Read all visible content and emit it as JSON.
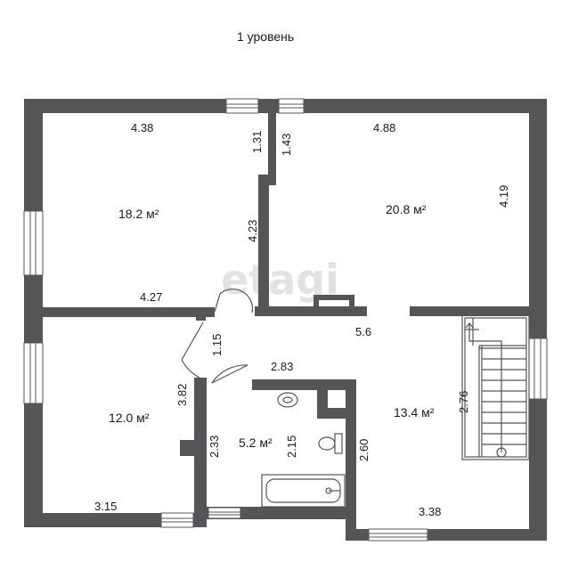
{
  "title": "1 уровень",
  "watermark": "etagi",
  "rooms": [
    {
      "id": "room-top-left",
      "area": "18.2 м²"
    },
    {
      "id": "room-top-right",
      "area": "20.8 м²"
    },
    {
      "id": "room-bottom-left",
      "area": "12.0 м²"
    },
    {
      "id": "bathroom",
      "area": "5.2 м²"
    },
    {
      "id": "hall",
      "area": "13.4 м²"
    }
  ],
  "dimensions": {
    "d438": "4.38",
    "d488": "4.88",
    "d131": "1.31",
    "d143": "1.43",
    "d419": "4.19",
    "d423": "4.23",
    "d427": "4.27",
    "d56": "5.6",
    "d115": "1.15",
    "d283": "2.83",
    "d382": "3.82",
    "d233": "2.33",
    "d215": "2.15",
    "d260": "2.60",
    "d276": "2.76",
    "d315": "3.15",
    "d338": "3.38"
  },
  "colors": {
    "wall": "#555558",
    "background": "#ffffff",
    "text": "#1a1a1a"
  }
}
